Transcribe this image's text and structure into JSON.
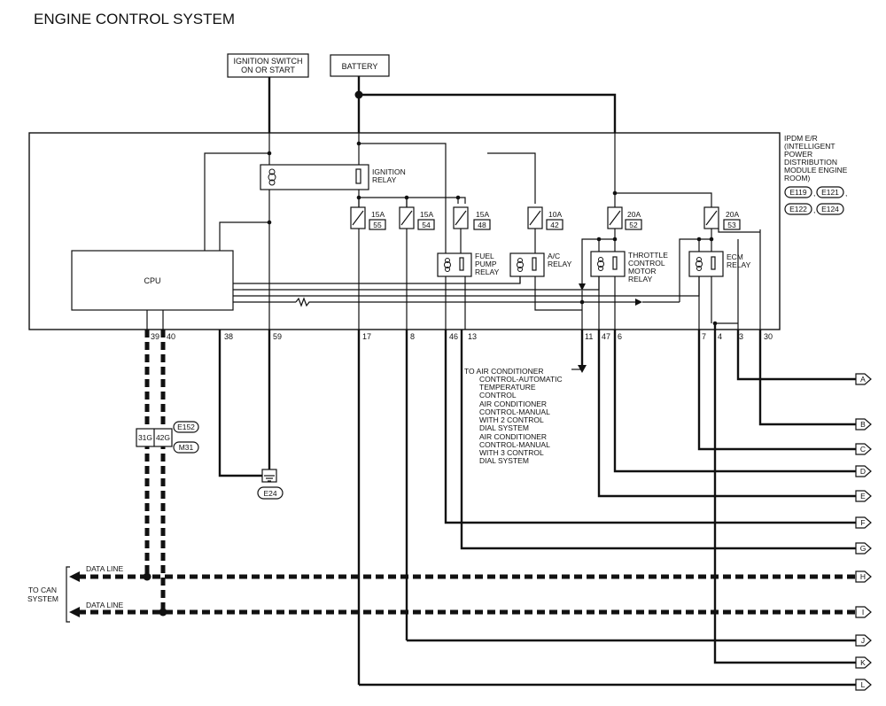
{
  "title": "ENGINE CONTROL SYSTEM",
  "sources": {
    "ignition_switch": [
      "IGNITION SWITCH",
      "ON OR START"
    ],
    "battery": "BATTERY"
  },
  "module": {
    "name_lines": [
      "IPDM E/R",
      "(INTELLIGENT",
      "POWER",
      "DISTRIBUTION",
      "MODULE ENGINE",
      "ROOM)"
    ],
    "connectors": [
      "E119",
      "E121",
      "E122",
      "E124"
    ],
    "cpu_label": "CPU"
  },
  "ignition_relay": [
    "IGNITION",
    "RELAY"
  ],
  "fuses": [
    {
      "amp": "15A",
      "num": "55"
    },
    {
      "amp": "15A",
      "num": "54"
    },
    {
      "amp": "15A",
      "num": "48"
    },
    {
      "amp": "10A",
      "num": "42"
    },
    {
      "amp": "20A",
      "num": "52"
    },
    {
      "amp": "20A",
      "num": "53"
    }
  ],
  "relays": {
    "fuel_pump": [
      "FUEL",
      "PUMP",
      "RELAY"
    ],
    "ac": [
      "A/C",
      "RELAY"
    ],
    "throttle": [
      "THROTTLE",
      "CONTROL",
      "MOTOR",
      "RELAY"
    ],
    "ecm": [
      "ECM",
      "RELAY"
    ]
  },
  "pins": [
    "39",
    "40",
    "38",
    "59",
    "17",
    "8",
    "46",
    "13",
    "11",
    "47",
    "6",
    "7",
    "4",
    "3",
    "30"
  ],
  "ac_note": [
    "TO AIR CONDITIONER",
    "CONTROL-AUTOMATIC",
    "TEMPERATURE",
    "CONTROL",
    "AIR CONDITIONER",
    "CONTROL-MANUAL",
    "WITH 2 CONTROL",
    "DIAL SYSTEM",
    "AIR CONDITIONER",
    "CONTROL-MANUAL",
    "WITH 3 CONTROL",
    "DIAL SYSTEM"
  ],
  "joint": {
    "pins": [
      "31G",
      "42G"
    ],
    "connectors": [
      "E152",
      "M31"
    ]
  },
  "ground": "E24",
  "data_line": "DATA LINE",
  "can_system": [
    "TO CAN",
    "SYSTEM"
  ],
  "outputs": [
    "A",
    "B",
    "C",
    "D",
    "E",
    "F",
    "G",
    "H",
    "I",
    "J",
    "K",
    "L"
  ]
}
